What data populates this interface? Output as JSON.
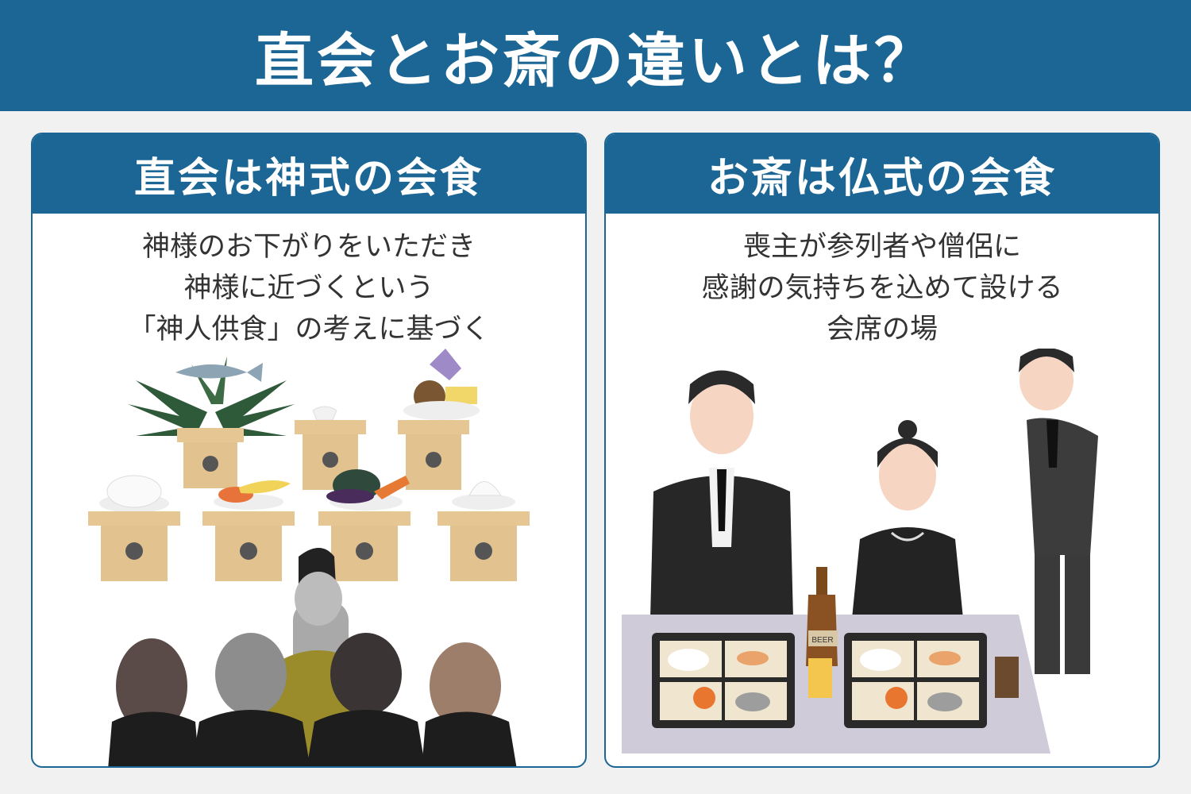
{
  "title": "直会とお斎の違いとは？",
  "left": {
    "heading": "直会は神式の会食",
    "lines": [
      "神様のお下がりをいただき",
      "神様に近づくという",
      "「神人供食」の考えに基づく"
    ]
  },
  "right": {
    "heading": "お斎は仏式の会食",
    "lines": [
      "喪主が参列者や僧侶に",
      "感謝の気持ちを込めて設ける",
      "会席の場"
    ],
    "bottle_label": "BEER"
  },
  "colors": {
    "header_blue": "#1b6694",
    "background": "#f1f1f1",
    "altar_wood": "#e2c28f",
    "mourning_black": "#2b2b2b",
    "table_lavender": "#cfcbd8"
  }
}
